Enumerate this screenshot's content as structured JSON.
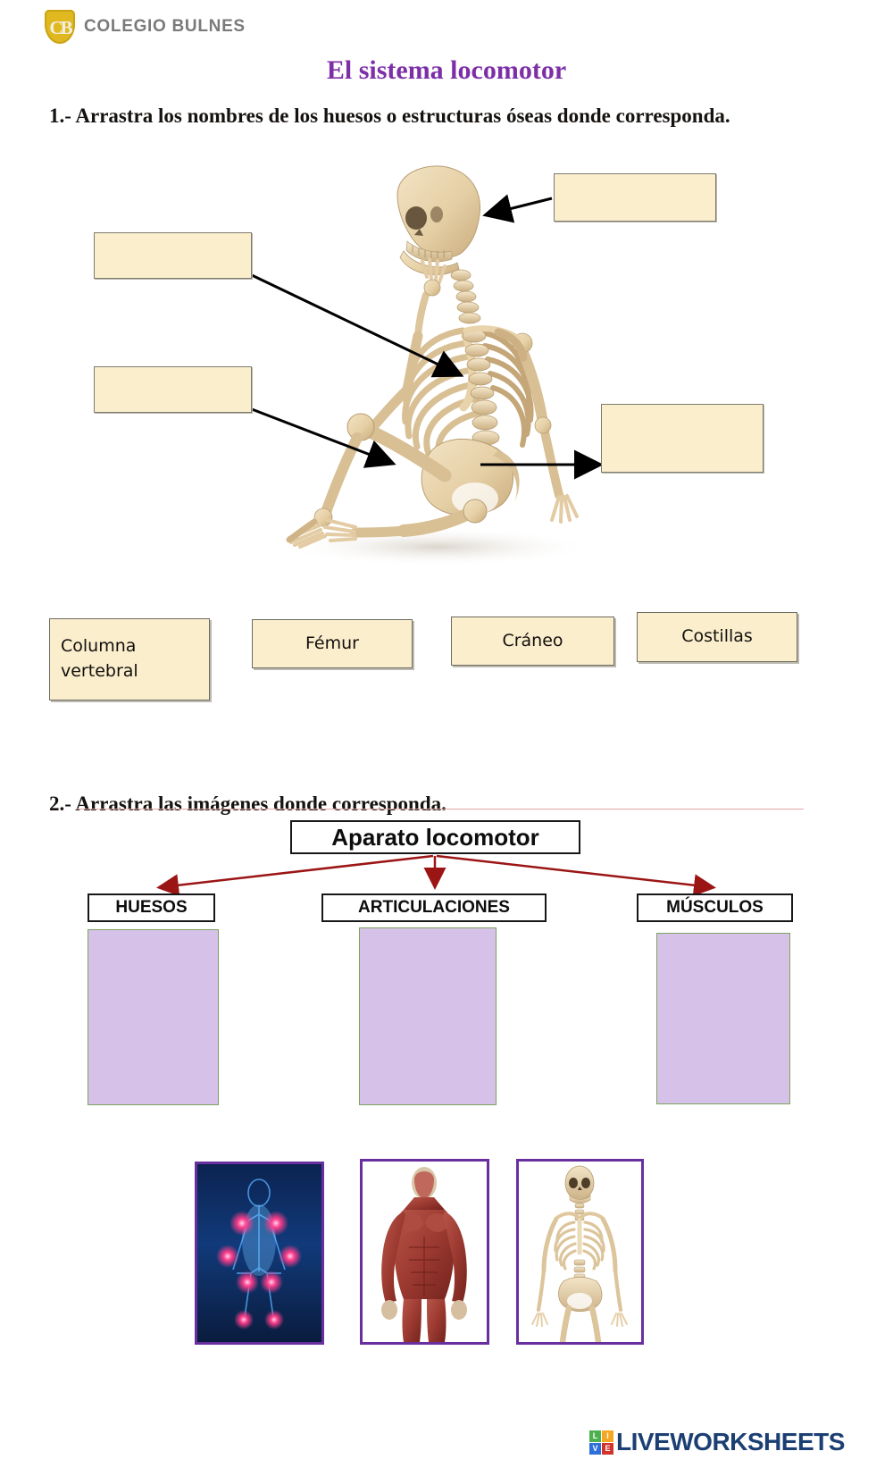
{
  "brand": {
    "logo_monogram": "CB",
    "logo_text": "COLEGIO BULNES",
    "logo_color": "#e0b820",
    "logo_text_color": "#7a7a7a"
  },
  "header": {
    "title": "El sistema locomotor",
    "title_color": "#7d2fa8"
  },
  "activity1": {
    "instruction": "1.- Arrastra los nombres de los huesos o estructuras óseas donde corresponda.",
    "image_name": "sitting-skeleton-photo",
    "drop_targets": [
      {
        "id": "craneo",
        "label": "",
        "points_to": "skull"
      },
      {
        "id": "columna",
        "label": "",
        "points_to": "ribs"
      },
      {
        "id": "femur",
        "label": "",
        "points_to": "femur"
      },
      {
        "id": "costillas",
        "label": "",
        "points_to": "vertebral-column"
      }
    ],
    "word_tiles": [
      {
        "label": "Columna vertebral"
      },
      {
        "label": "Fémur"
      },
      {
        "label": "Cráneo"
      },
      {
        "label": "Costillas"
      }
    ],
    "tile_fill": "#fbeecd"
  },
  "activity2": {
    "instruction": "2.- Arrastra las imágenes donde corresponda.",
    "diagram": {
      "root_label": "Aparato locomotor",
      "branches": [
        {
          "label": "HUESOS"
        },
        {
          "label": "ARTICULACIONES"
        },
        {
          "label": "MÚSCULOS"
        }
      ],
      "arrow_color": "#9c1515",
      "dropzone_fill": "#d6c1e8",
      "dropzone_border": "#7ea35e"
    },
    "picture_cards": [
      {
        "name": "joints-glowing-body-image",
        "alt": "Cuerpo azul con articulaciones iluminadas"
      },
      {
        "name": "muscles-anatomy-image",
        "alt": "Figura anatómica muscular"
      },
      {
        "name": "skeleton-anatomy-image",
        "alt": "Esqueleto humano"
      }
    ],
    "card_border": "#6a2f9e"
  },
  "footer": {
    "brand": "LIVEWORKSHEETS",
    "tiles": [
      {
        "letter": "L",
        "color": "#4CAF50"
      },
      {
        "letter": "I",
        "color": "#F5A623"
      },
      {
        "letter": "V",
        "color": "#2E6FD9"
      },
      {
        "letter": "E",
        "color": "#D0342C"
      }
    ],
    "brand_color": "#1c3f73"
  }
}
